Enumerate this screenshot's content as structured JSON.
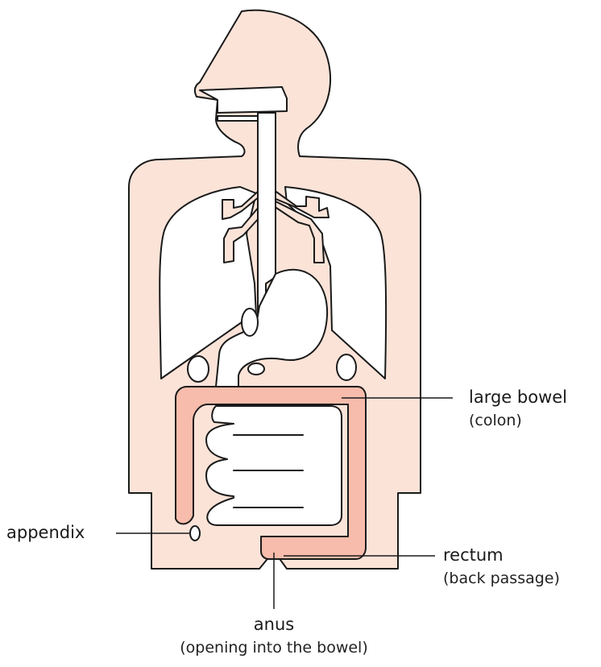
{
  "colors": {
    "body_fill": "#fbe3d8",
    "colon_fill": "#f7bcab",
    "organ_fill": "#ffffff",
    "outline": "#1a1a1a"
  },
  "labels": {
    "large_bowel": {
      "name": "large bowel",
      "note": "(colon)"
    },
    "appendix": {
      "name": "appendix"
    },
    "rectum": {
      "name": "rectum",
      "note": "(back passage)"
    },
    "anus": {
      "name": "anus",
      "note": "(opening into the bowel)"
    }
  }
}
